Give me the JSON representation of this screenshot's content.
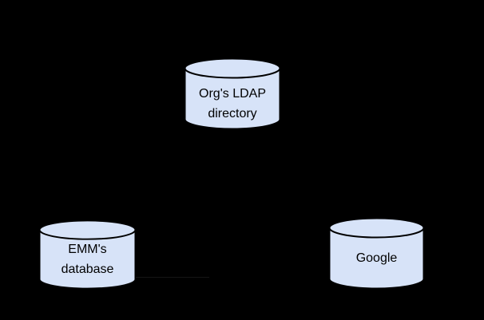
{
  "canvas": {
    "background_color": "#000000"
  },
  "styles": {
    "cylinder_fill": "#d7e3f8",
    "cylinder_stroke": "#000000",
    "label_color": "#000000",
    "artifact_line_color": "#141414"
  },
  "diagram": {
    "type": "database-topology",
    "nodes": [
      {
        "id": "orgs-ldap-directory",
        "shape": "cylinder",
        "lines": [
          "Org's LDAP",
          "directory"
        ]
      },
      {
        "id": "emms-database",
        "shape": "cylinder",
        "lines": [
          "EMM's",
          "database"
        ]
      },
      {
        "id": "google",
        "shape": "cylinder",
        "lines": [
          "Google"
        ]
      }
    ]
  }
}
